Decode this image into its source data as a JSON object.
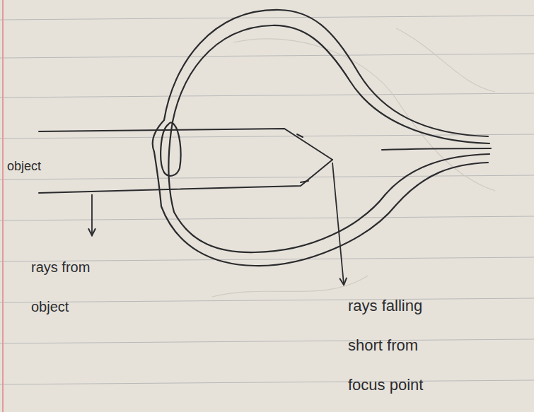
{
  "diagram": {
    "labels": [
      "object",
      "rays from object",
      "rays falling short from focus point"
    ]
  }
}
